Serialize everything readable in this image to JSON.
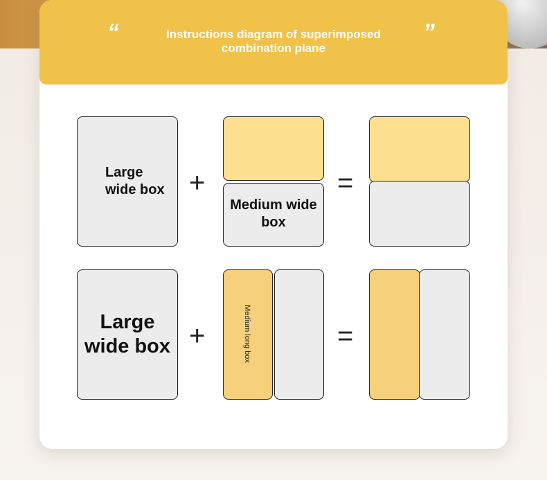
{
  "header": {
    "quote_open": "“",
    "quote_close": "”",
    "title": "Instructions diagram of superimposed combination plane"
  },
  "row1": {
    "left_label": "Large wide box",
    "plus": "+",
    "middle_bottom_label": "Medium wide box",
    "equals": "="
  },
  "row2": {
    "left_label": "Large wide box",
    "plus": "+",
    "middle_left_label": "Medium long box",
    "equals": "="
  },
  "colors": {
    "banner": "#f0c24a",
    "yellow_box": "#fde08f",
    "gray_box": "#ececec"
  }
}
